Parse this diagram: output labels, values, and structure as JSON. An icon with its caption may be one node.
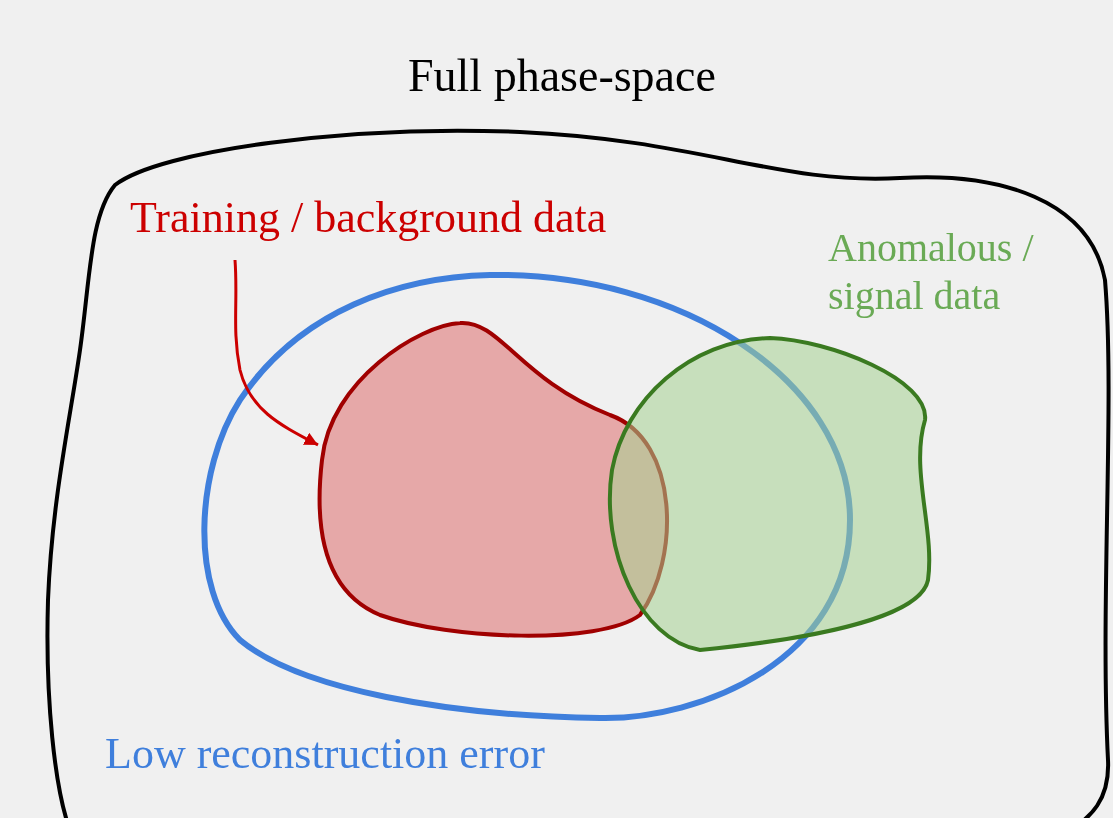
{
  "diagram": {
    "nodes": [
      {
        "text": [
          "Full phase-space"
        ]
      },
      {
        "text": [
          "Low reconstruction error"
        ],
        "in": 0
      },
      {
        "text": [
          "Training / background data"
        ],
        "in": 0
      },
      {
        "text": [],
        "shape": "blob",
        "in": 1
      },
      {
        "text": [
          "Anomalous / signal data"
        ],
        "in": 0
      }
    ],
    "edges": [
      {
        "from": 2,
        "to": 3,
        "arrow": "to"
      }
    ]
  }
}
